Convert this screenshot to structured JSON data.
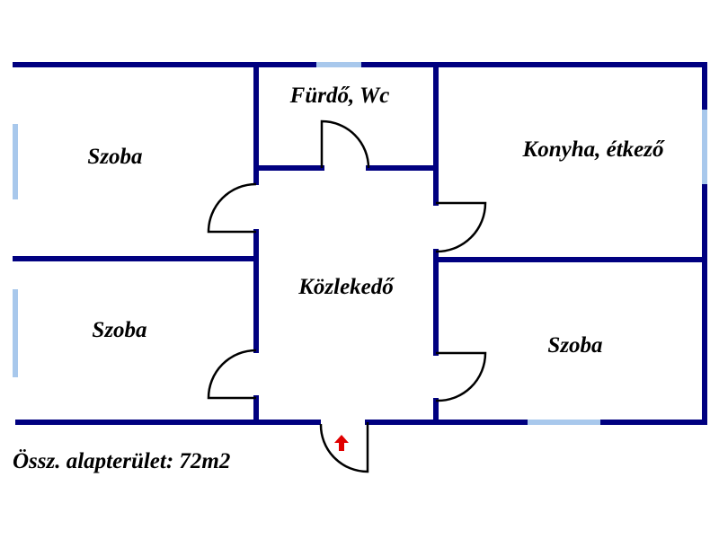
{
  "rooms": {
    "room_1": "Szoba",
    "bathroom": "Fürdő, Wc",
    "kitchen": "Konyha, étkező",
    "hallway": "Közlekedő",
    "room_2": "Szoba",
    "room_3": "Szoba"
  },
  "footer": {
    "total_area": "Össz. alapterület: 72m2"
  },
  "colors": {
    "wall": "#000080",
    "window": "#a8c8ec",
    "entrance_arrow": "#e00000"
  }
}
